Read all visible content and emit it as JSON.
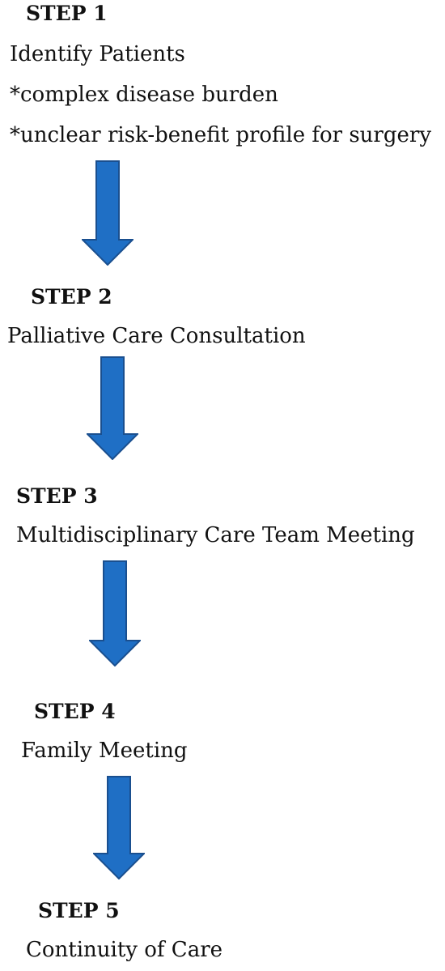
{
  "steps": [
    {
      "heading": "STEP 1",
      "lines": [
        "Identify Patients",
        "*complex disease burden",
        "*unclear risk-benefit profile for surgery"
      ]
    },
    {
      "heading": "STEP 2",
      "lines": [
        "Palliative Care Consultation"
      ]
    },
    {
      "heading": "STEP 3",
      "lines": [
        "Multidisciplinary Care Team Meeting"
      ]
    },
    {
      "heading": "STEP 4",
      "lines": [
        "Family Meeting"
      ]
    },
    {
      "heading": "STEP 5",
      "lines": [
        "Continuity of Care"
      ]
    }
  ],
  "colors": {
    "arrow_fill": "#1f6fc5",
    "arrow_stroke": "#1a4f8f",
    "text": "#111111"
  }
}
